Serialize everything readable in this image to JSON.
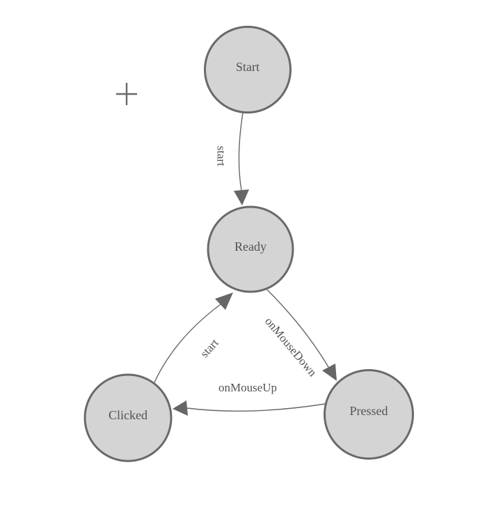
{
  "diagram": {
    "type": "state-machine",
    "colors": {
      "node_fill": "#d4d4d4",
      "node_stroke": "#696969",
      "edge_stroke": "#666666",
      "arrowhead_fill": "#666666",
      "label_text": "#525252",
      "background": "#ffffff"
    },
    "cursor": {
      "icon": "crosshair-icon"
    },
    "nodes": [
      {
        "id": "start",
        "label": "Start"
      },
      {
        "id": "ready",
        "label": "Ready"
      },
      {
        "id": "clicked",
        "label": "Clicked"
      },
      {
        "id": "pressed",
        "label": "Pressed"
      }
    ],
    "edges": [
      {
        "from": "Start",
        "to": "Ready",
        "label": "start"
      },
      {
        "from": "Clicked",
        "to": "Ready",
        "label": "start"
      },
      {
        "from": "Ready",
        "to": "Pressed",
        "label": "onMouseDown"
      },
      {
        "from": "Pressed",
        "to": "Clicked",
        "label": "onMouseUp"
      }
    ]
  }
}
